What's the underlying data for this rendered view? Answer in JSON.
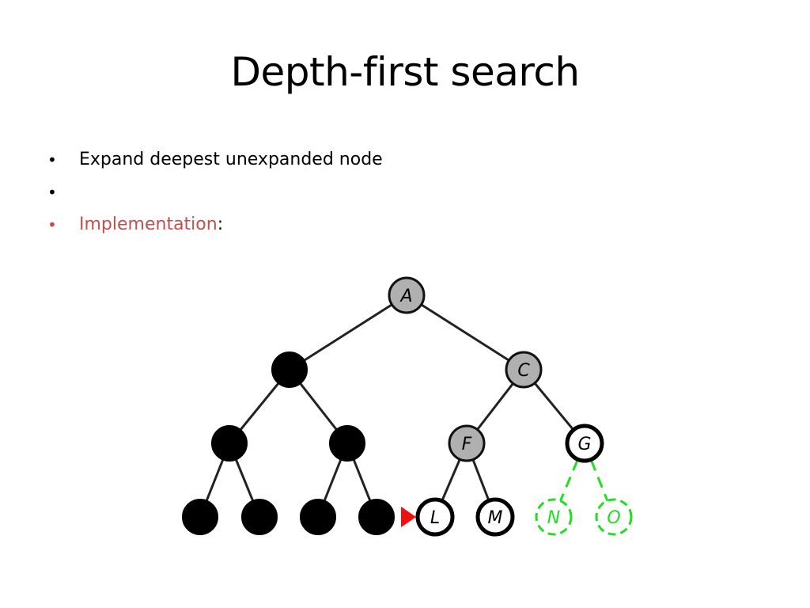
{
  "slide": {
    "title": "Depth-first search",
    "bullets": [
      {
        "text": "Expand deepest unexpanded node",
        "suffix": ""
      },
      {
        "text": "",
        "suffix": ""
      },
      {
        "text": "Implementation",
        "suffix": ":"
      }
    ],
    "accent_color": "#c0504d"
  },
  "tree": {
    "nodes": [
      {
        "id": "root",
        "label": "A",
        "state": "gray"
      },
      {
        "id": "l1-left",
        "label": "",
        "state": "black"
      },
      {
        "id": "l1-right",
        "label": "C",
        "state": "gray"
      },
      {
        "id": "l2-1",
        "label": "",
        "state": "black"
      },
      {
        "id": "l2-2",
        "label": "",
        "state": "black"
      },
      {
        "id": "l2-3",
        "label": "F",
        "state": "gray"
      },
      {
        "id": "l2-4",
        "label": "G",
        "state": "white"
      },
      {
        "id": "l3-1",
        "label": "",
        "state": "black"
      },
      {
        "id": "l3-2",
        "label": "",
        "state": "black"
      },
      {
        "id": "l3-3",
        "label": "",
        "state": "black"
      },
      {
        "id": "l3-4",
        "label": "",
        "state": "black"
      },
      {
        "id": "l3-5",
        "label": "L",
        "state": "white"
      },
      {
        "id": "l3-6",
        "label": "M",
        "state": "white"
      },
      {
        "id": "l3-7",
        "label": "N",
        "state": "unexplored"
      },
      {
        "id": "l3-8",
        "label": "O",
        "state": "unexplored"
      }
    ],
    "colors": {
      "gray": "#b0b0b0",
      "black": "#000000",
      "white": "#ffffff",
      "unexplored": "#22dd22",
      "marker": "#ee1111"
    }
  }
}
